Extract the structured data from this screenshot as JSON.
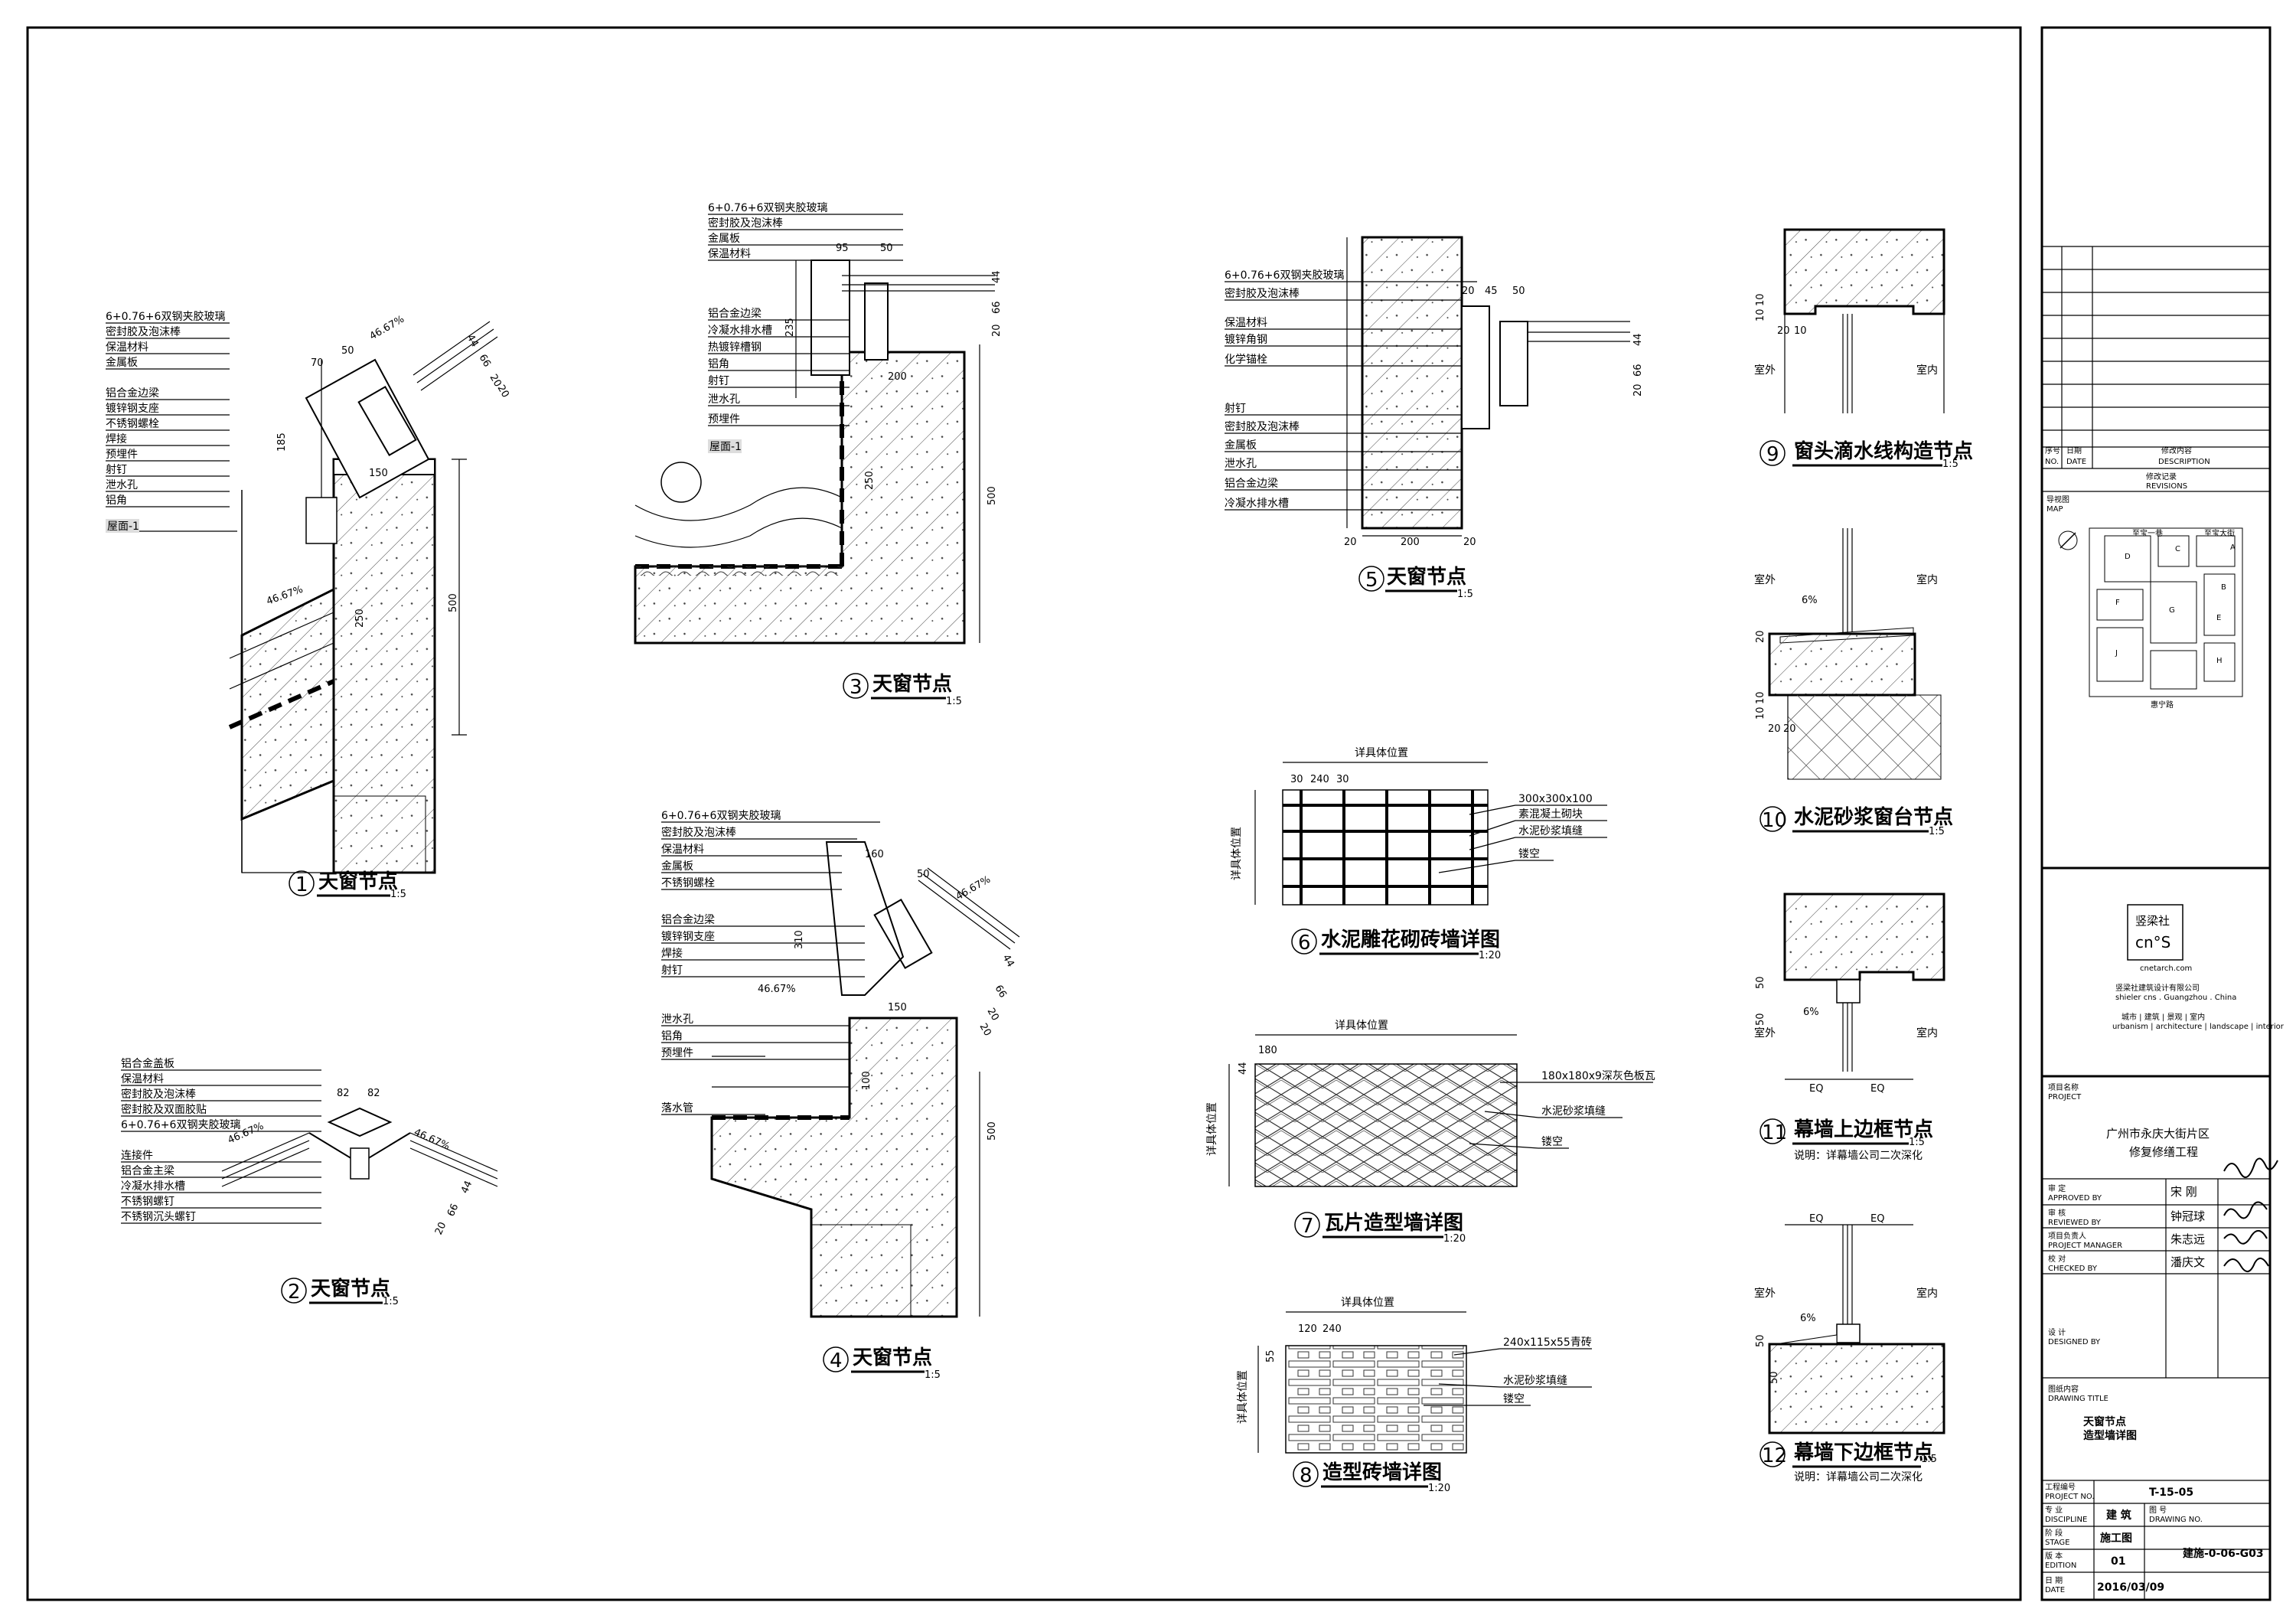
{
  "details": {
    "d1": {
      "num": "1",
      "title": "天窗节点",
      "scale": "1:5",
      "labels": [
        "6+0.76+6双钢夹胶玻璃",
        "密封胶及泡沫棒",
        "保温材料",
        "金属板",
        "铝合金边梁",
        "镀锌钢支座",
        "不锈钢螺栓",
        "焊接",
        "预埋件",
        "射钉",
        "泄水孔",
        "铝角"
      ],
      "tag": "屋面-1",
      "dims": [
        "70",
        "50",
        "46.67%",
        "44",
        "66",
        "20",
        "20",
        "185",
        "150",
        "500",
        "250",
        "46.67%"
      ]
    },
    "d2": {
      "num": "2",
      "title": "天窗节点",
      "scale": "1:5",
      "labels": [
        "铝合金盖板",
        "保温材料",
        "密封胶及泡沫棒",
        "密封胶及双面胶贴",
        "6+0.76+6双钢夹胶玻璃",
        "连接件",
        "铝合金主梁",
        "冷凝水排水槽",
        "不锈钢螺钉",
        "不锈钢沉头螺钉"
      ],
      "dims": [
        "82",
        "82",
        "46.67%",
        "46.67%",
        "44",
        "66",
        "20"
      ]
    },
    "d3": {
      "num": "3",
      "title": "天窗节点",
      "scale": "1:5",
      "labels": [
        "6+0.76+6双钢夹胶玻璃",
        "密封胶及泡沫棒",
        "金属板",
        "保温材料",
        "铝合金边梁",
        "冷凝水排水槽",
        "热镀锌槽钢",
        "铝角",
        "射钉",
        "泄水孔",
        "预埋件"
      ],
      "tag": "屋面-1",
      "dims": [
        "95",
        "50",
        "44",
        "66",
        "20",
        "235",
        "200",
        "250",
        "500"
      ]
    },
    "d4": {
      "num": "4",
      "title": "天窗节点",
      "scale": "1:5",
      "labels": [
        "6+0.76+6双钢夹胶玻璃",
        "密封胶及泡沫棒",
        "保温材料",
        "金属板",
        "不锈钢螺栓",
        "铝合金边梁",
        "镀锌钢支座",
        "焊接",
        "射钉",
        "泄水孔",
        "铝角",
        "预埋件",
        "落水管"
      ],
      "dims": [
        "160",
        "50",
        "46.67%",
        "46.67%",
        "310",
        "150",
        "100",
        "500",
        "44",
        "66",
        "20",
        "20"
      ]
    },
    "d5": {
      "num": "5",
      "title": "天窗节点",
      "scale": "1:5",
      "labels": [
        "6+0.76+6双钢夹胶玻璃",
        "密封胶及泡沫棒",
        "保温材料",
        "镀锌角钢",
        "化学锚栓",
        "射钉",
        "密封胶及泡沫棒",
        "金属板",
        "泄水孔",
        "铝合金边梁",
        "冷凝水排水槽"
      ],
      "dims": [
        "20",
        "45",
        "50",
        "44",
        "66",
        "20",
        "20",
        "200",
        "20"
      ]
    },
    "d6": {
      "num": "6",
      "title": "水泥雕花砌砖墙详图",
      "scale": "1:20",
      "labels": [
        "300x300x100",
        "素混凝土砌块",
        "水泥砂浆填缝",
        "镂空"
      ],
      "dimlabel": "详具体位置",
      "dims": [
        "30",
        "240",
        "30"
      ]
    },
    "d7": {
      "num": "7",
      "title": "瓦片造型墙详图",
      "scale": "1:20",
      "labels": [
        "180x180x9深灰色板瓦",
        "水泥砂浆填缝",
        "镂空"
      ],
      "dimlabel": "详具体位置",
      "dims": [
        "180",
        "44"
      ]
    },
    "d8": {
      "num": "8",
      "title": "造型砖墙详图",
      "scale": "1:20",
      "labels": [
        "240x115x55青砖",
        "水泥砂浆填缝",
        "镂空"
      ],
      "dimlabel": "详具体位置",
      "dims": [
        "120",
        "240",
        "55"
      ]
    },
    "d9": {
      "num": "9",
      "title": "窗头滴水线构造节点",
      "scale": "1:5",
      "labels": [
        "室外",
        "室内"
      ],
      "dims": [
        "10",
        "10",
        "20",
        "10"
      ]
    },
    "d10": {
      "num": "10",
      "title": "水泥砂浆窗台节点",
      "scale": "1:5",
      "labels": [
        "室外",
        "室内",
        "6%"
      ],
      "dims": [
        "20",
        "10",
        "10",
        "20",
        "20"
      ]
    },
    "d11": {
      "num": "11",
      "title": "幕墙上边框节点",
      "scale": "1:5",
      "labels": [
        "室外",
        "室内",
        "6%"
      ],
      "note": "说明：详幕墙公司二次深化",
      "dims": [
        "50",
        "50",
        "EQ",
        "EQ"
      ]
    },
    "d12": {
      "num": "12",
      "title": "幕墙下边框节点",
      "scale": "1:5",
      "labels": [
        "室外",
        "室内",
        "6%"
      ],
      "note": "说明：详幕墙公司二次深化",
      "dims": [
        "EQ",
        "EQ",
        "50",
        "50"
      ]
    }
  },
  "titleblock": {
    "rev_no": "序号",
    "rev_no_en": "NO.",
    "rev_date": "日期",
    "rev_date_en": "DATE",
    "rev_desc": "修改内容",
    "rev_desc_en": "DESCRIPTION",
    "rev_record": "修改记录",
    "rev_record_en": "REVISIONS",
    "map": "导视图",
    "map_en": "MAP",
    "map_letters": [
      "A",
      "B",
      "C",
      "D",
      "E",
      "F",
      "G",
      "H",
      "J"
    ],
    "map_roads": [
      "至宝一巷",
      "至宝大街",
      "惠宁路"
    ],
    "logo_cn": "竖梁社",
    "logo_en": "cn°S",
    "logo_url": "cnetarch.com",
    "company_cn": "竖梁社建筑设计有限公司",
    "company_en": "shieler cns . Guangzhou . China",
    "company_tag": "城市 | 建筑 | 景观 | 室内",
    "company_tag_en": "urbanism | architecture | landscape | interior",
    "project_label": "项目名称",
    "project_label_en": "PROJECT",
    "project_l1": "广州市永庆大街片区",
    "project_l2": "修复修缮工程",
    "roles": [
      {
        "cn": "审 定",
        "en": "APPROVED BY",
        "name": "宋 刚"
      },
      {
        "cn": "审 核",
        "en": "REVIEWED BY",
        "name": "钟冠球"
      },
      {
        "cn": "项目负责人",
        "en": "PROJECT MANAGER",
        "name": "朱志远"
      },
      {
        "cn": "校 对",
        "en": "CHECKED BY",
        "name": "潘庆文"
      }
    ],
    "design": "设 计",
    "design_en": "DESIGNED BY",
    "drawing_title_label": "图纸内容",
    "drawing_title_label_en": "DRAWING TITLE",
    "drawing_title_l1": "天窗节点",
    "drawing_title_l2": "造型墙详图",
    "project_no_label": "工程编号",
    "project_no_label_en": "PROJECT NO.",
    "project_no": "T-15-05",
    "discipline_label": "专 业",
    "discipline_label_en": "DISCIPLINE",
    "discipline": "建 筑",
    "drawing_no_label": "图 号",
    "drawing_no_label_en": "DRAWING NO.",
    "stage_label": "阶 段",
    "stage_label_en": "STAGE",
    "stage": "施工图",
    "edition_label": "版 本",
    "edition_label_en": "EDITION",
    "edition": "01",
    "drawing_no": "建施-0-06-G03",
    "date_label": "日 期",
    "date_label_en": "DATE",
    "date": "2016/03/09"
  }
}
